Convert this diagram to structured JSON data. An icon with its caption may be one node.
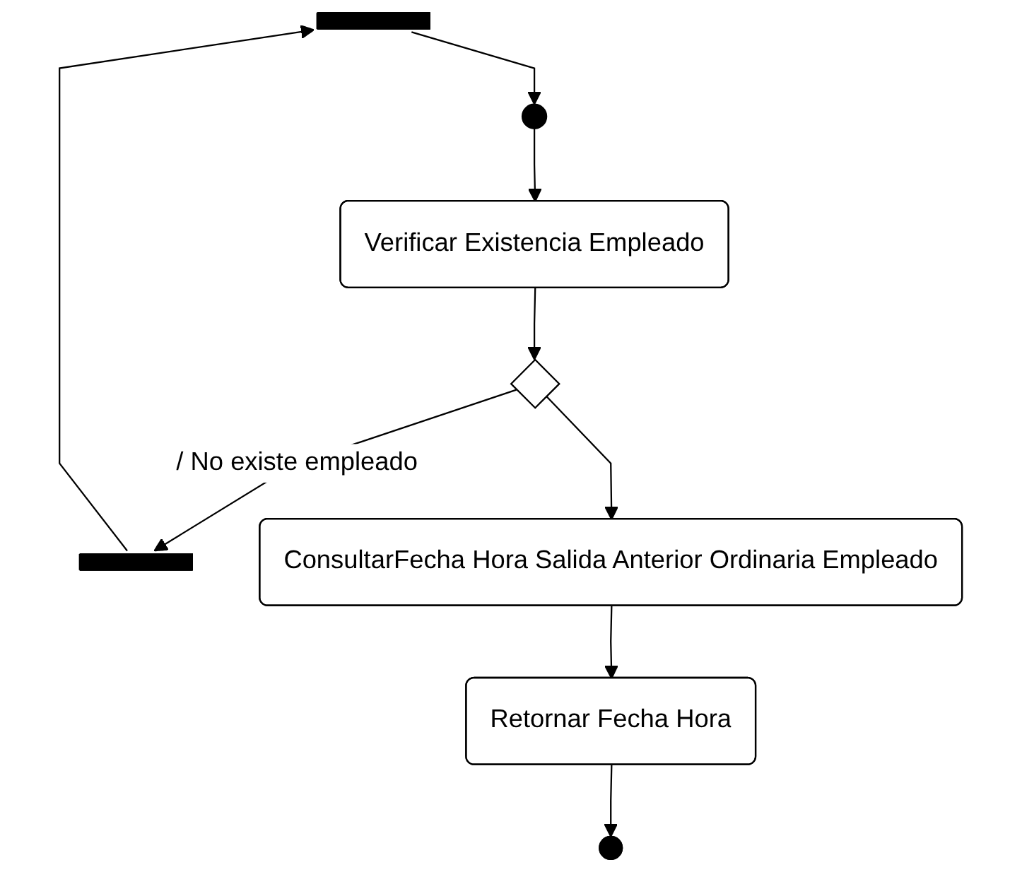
{
  "diagram": {
    "nodes": [
      {
        "text": [],
        "shape": "bar"
      },
      {
        "text": [],
        "shape": "circle"
      },
      {
        "text": [
          "Verificar Existencia Empleado"
        ]
      },
      {
        "text": [],
        "shape": "bar"
      },
      {
        "text": [],
        "shape": "diamond"
      },
      {
        "text": [
          "ConsultarFecha Hora Salida Anterior Ordinaria Empleado"
        ]
      },
      {
        "text": [
          "Retornar Fecha Hora"
        ]
      },
      {
        "text": [],
        "shape": "circle"
      }
    ],
    "edges": [
      {
        "from": 0,
        "to": 1,
        "arrow": "to"
      },
      {
        "from": 1,
        "to": 2,
        "arrow": "to"
      },
      {
        "from": 2,
        "to": 4,
        "arrow": "to"
      },
      {
        "from": 4,
        "to": 3,
        "arrow": "to",
        "label": "/ No existe empleado"
      },
      {
        "from": 3,
        "to": 0,
        "arrow": "to"
      },
      {
        "from": 4,
        "to": 5,
        "arrow": "to"
      },
      {
        "from": 5,
        "to": 6,
        "arrow": "to"
      },
      {
        "from": 6,
        "to": 7,
        "arrow": "to"
      }
    ]
  }
}
